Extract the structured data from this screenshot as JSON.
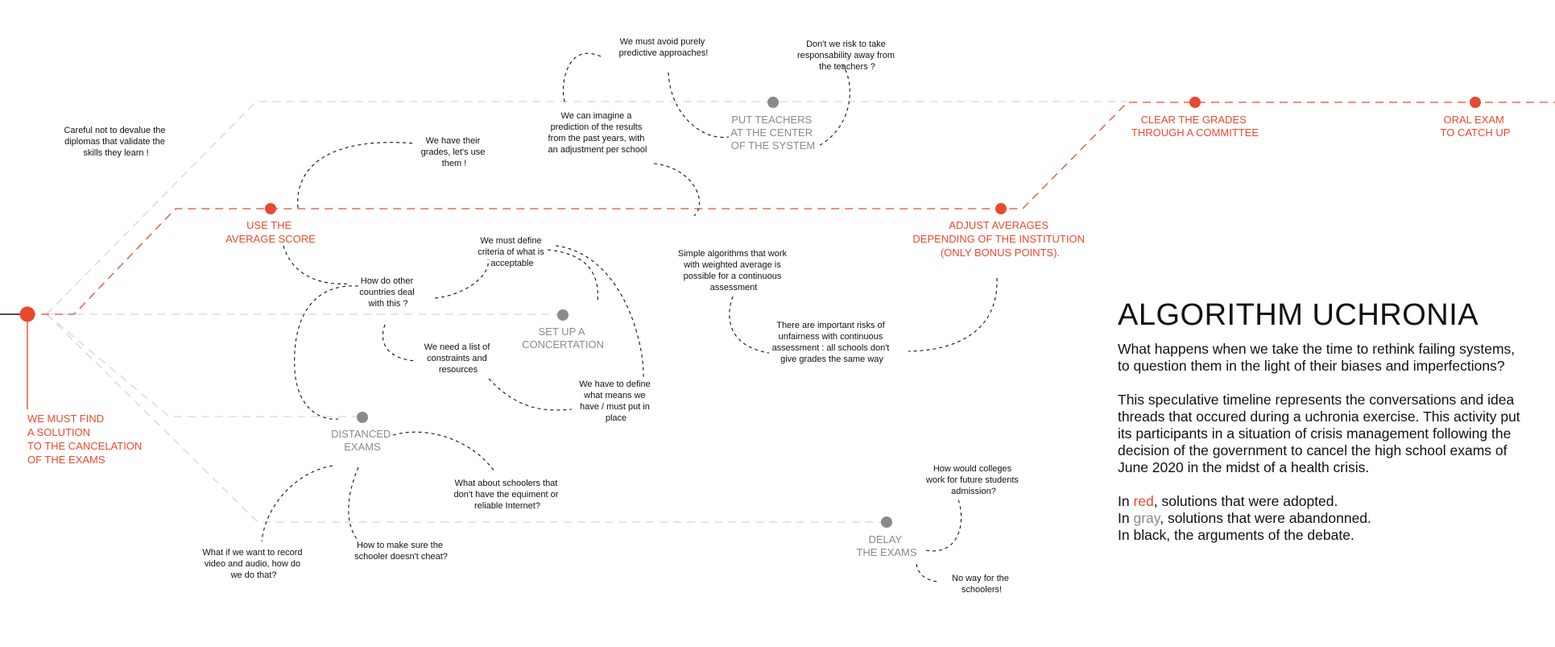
{
  "colors": {
    "adopted": "#e84a2f",
    "abandoned": "#8a8a8a",
    "argument": "#111111",
    "track_gray": "#d9d9d9"
  },
  "root": {
    "lines": [
      "WE MUST FIND",
      "A SOLUTION",
      "TO THE CANCELATION",
      "OF THE EXAMS"
    ]
  },
  "nodes": {
    "use_average": {
      "lines": [
        "USE THE",
        "AVERAGE SCORE"
      ]
    },
    "adjust_averages": {
      "lines": [
        "ADJUST AVERAGES",
        "DEPENDING OF THE INSTITUTION",
        "(ONLY BONUS POINTS)."
      ]
    },
    "clear_grades": {
      "lines": [
        "CLEAR THE GRADES",
        "THROUGH A COMMITTEE"
      ]
    },
    "oral_exam": {
      "lines": [
        "ORAL EXAM",
        "TO CATCH UP"
      ]
    },
    "teachers_center": {
      "lines": [
        "PUT TEACHERS",
        "AT THE CENTER",
        "OF THE SYSTEM"
      ]
    },
    "concertation": {
      "lines": [
        "SET UP A",
        "CONCERTATION"
      ]
    },
    "distanced_exams": {
      "lines": [
        "DISTANCED",
        "EXAMS"
      ]
    },
    "delay_exams": {
      "lines": [
        "DELAY",
        "THE EXAMS"
      ]
    }
  },
  "arguments": {
    "careful": [
      "Careful not to devalue the",
      "diplomas that validate the",
      "skills they learn !"
    ],
    "have_grades": [
      "We have their",
      "grades, let's use",
      "them !"
    ],
    "predictive": [
      "We must avoid purely",
      "predictive approaches!"
    ],
    "responsability": [
      "Don't we risk to take",
      "responsability away from",
      "the teachers ?"
    ],
    "imagine": [
      "We can imagine a",
      "prediction of the results",
      "from the past years, with",
      "an adjustment per school"
    ],
    "criteria": [
      "We must define",
      "criteria of what is",
      "acceptable"
    ],
    "other_countries": [
      "How do other",
      "countries deal",
      "with this ?"
    ],
    "simple_algorithms": [
      "Simple algorithms that work",
      "with weighted average is",
      "possible for a continuous",
      "assessment"
    ],
    "risks": [
      "There are important risks of",
      "unfairness with continuous",
      "assessment : all schools don't",
      "give grades the same way"
    ],
    "list_constraints": [
      "We need a list of",
      "constraints and",
      "resources"
    ],
    "define_means": [
      "We have to define",
      "what means we",
      "have / must put in",
      "place"
    ],
    "schoolers_internet": [
      "What about schoolers that",
      "don't have the equiment or",
      "reliable Internet?"
    ],
    "record": [
      "What if we want to record",
      "video and audio, how do",
      "we do that?"
    ],
    "cheat": [
      "How to make sure the",
      "schooler doesn't cheat?"
    ],
    "colleges": [
      "How would colleges",
      "work for future students",
      "admission?"
    ],
    "no_way": [
      "No way for the",
      "schoolers!"
    ]
  },
  "panel": {
    "title": "ALGORITHM UCHRONIA",
    "intro": "What happens when we take the time to rethink failing systems, to question them in the light of their biases and imperfections?",
    "description": "This speculative timeline represents the conversations and idea threads that occured during a uchronia exercise. This activity put its participants in a situation of crisis management following the decision of the government to cancel the high school exams of June 2020 in the midst of a health crisis.",
    "legend": {
      "red_prefix": "In ",
      "red_word": "red",
      "red_suffix": ", solutions that were adopted.",
      "gray_prefix": "In ",
      "gray_word": "gray",
      "gray_suffix": ", solutions that were abandonned.",
      "black_text": "In black, the arguments of the debate."
    }
  }
}
